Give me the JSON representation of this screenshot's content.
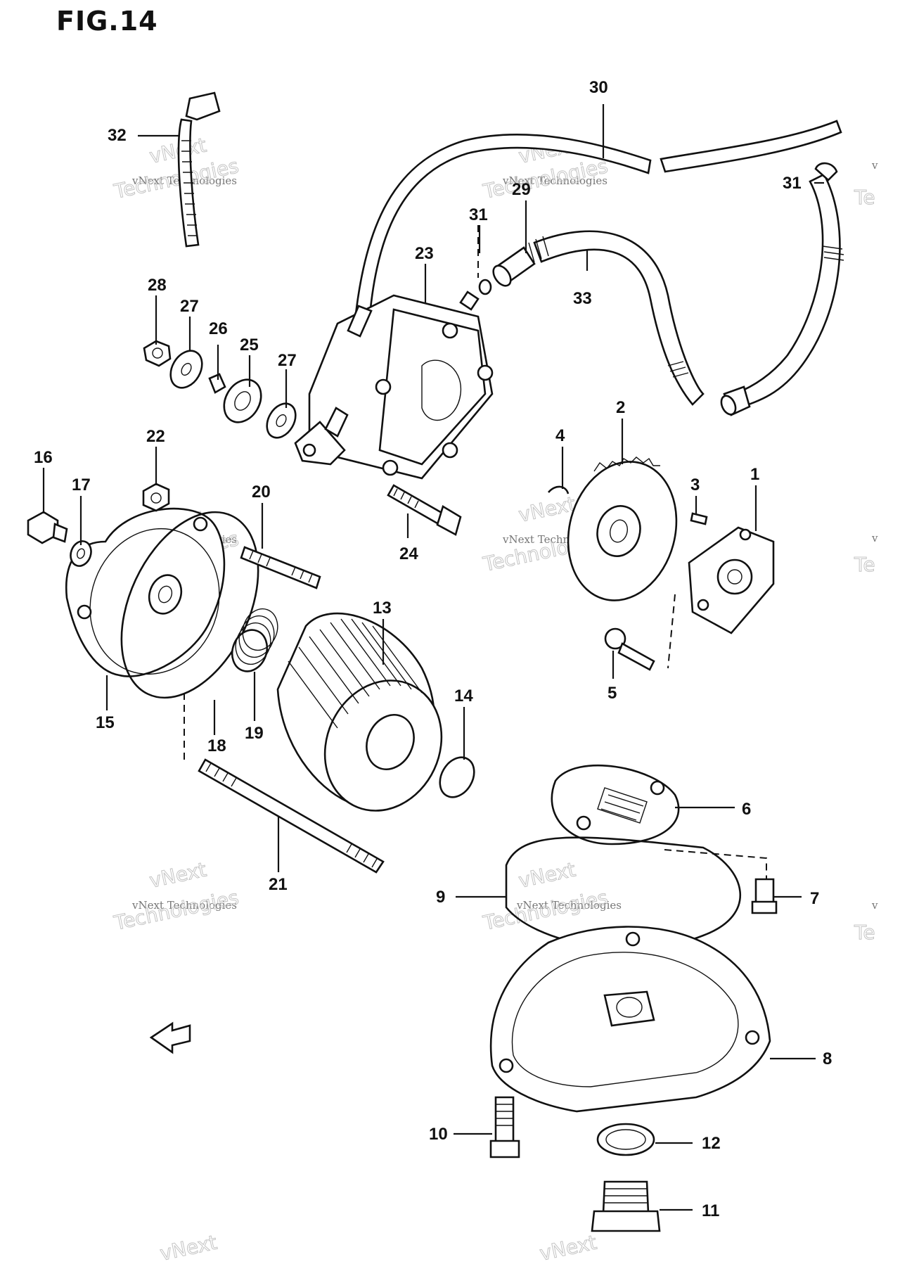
{
  "figure": {
    "title": "FIG.14"
  },
  "watermark": {
    "small": "vNext Technologies",
    "large_a": "vNext",
    "large_b": "Technologies",
    "edge": "v",
    "edge_big": "Te"
  },
  "callouts": [
    {
      "id": "1",
      "text": "1"
    },
    {
      "id": "2",
      "text": "2"
    },
    {
      "id": "3",
      "text": "3"
    },
    {
      "id": "4",
      "text": "4"
    },
    {
      "id": "5",
      "text": "5"
    },
    {
      "id": "6",
      "text": "6"
    },
    {
      "id": "7",
      "text": "7"
    },
    {
      "id": "8",
      "text": "8"
    },
    {
      "id": "9",
      "text": "9"
    },
    {
      "id": "10",
      "text": "10"
    },
    {
      "id": "11",
      "text": "11"
    },
    {
      "id": "12",
      "text": "12"
    },
    {
      "id": "13",
      "text": "13"
    },
    {
      "id": "14",
      "text": "14"
    },
    {
      "id": "15",
      "text": "15"
    },
    {
      "id": "16",
      "text": "16"
    },
    {
      "id": "17",
      "text": "17"
    },
    {
      "id": "18",
      "text": "18"
    },
    {
      "id": "19",
      "text": "19"
    },
    {
      "id": "20",
      "text": "20"
    },
    {
      "id": "21",
      "text": "21"
    },
    {
      "id": "22",
      "text": "22"
    },
    {
      "id": "23",
      "text": "23"
    },
    {
      "id": "24",
      "text": "24"
    },
    {
      "id": "25",
      "text": "25"
    },
    {
      "id": "26",
      "text": "26"
    },
    {
      "id": "27a",
      "text": "27"
    },
    {
      "id": "27b",
      "text": "27"
    },
    {
      "id": "28",
      "text": "28"
    },
    {
      "id": "29",
      "text": "29"
    },
    {
      "id": "30",
      "text": "30"
    },
    {
      "id": "31a",
      "text": "31"
    },
    {
      "id": "31b",
      "text": "31"
    },
    {
      "id": "32",
      "text": "32"
    },
    {
      "id": "33",
      "text": "33"
    }
  ]
}
